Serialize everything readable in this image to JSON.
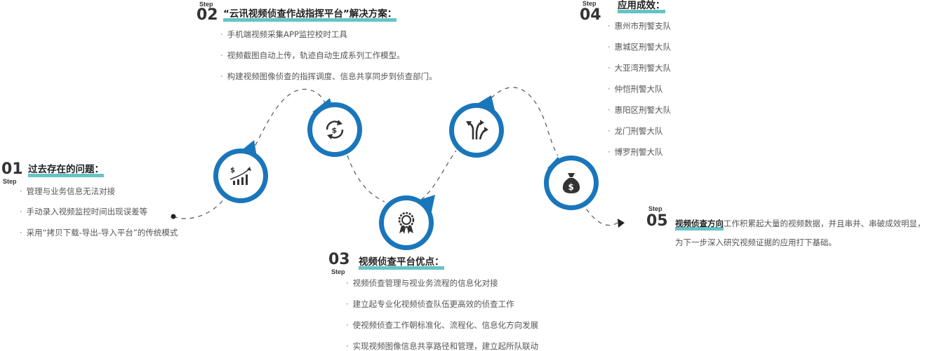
{
  "step_word": "Step",
  "steps": [
    {
      "num": "01",
      "title": "过去存在的问题：",
      "items": [
        "管理与业务信息无法对接",
        "手动录入视频监控时间出现误差等",
        "采用“拷贝下载-导出-导入平台”的传统模式"
      ]
    },
    {
      "num": "02",
      "title": "“云讯视频侦查作战指挥平台”解决方案：",
      "items": [
        "手机端视频采集APP监控校时工具",
        "视频截图自动上传，轨迹自动生成系列工作模型。",
        "构建视频图像侦查的指挥调度、信息共享同步到侦查部门。"
      ]
    },
    {
      "num": "03",
      "title": "视频侦查平台优点：",
      "items": [
        "视频侦查管理与视业务流程的信息化对接",
        "建立起专业化视频侦查队伍更高效的侦查工作",
        "使视频侦查工作朝标准化、流程化、信息化方向发展",
        "实现视频图像信息共享路径和管理，建立起所队联动"
      ]
    },
    {
      "num": "04",
      "title": "应用成效：",
      "items": [
        "惠州市刑警支队",
        "惠城区刑警大队",
        "大亚湾刑警大队",
        "仲恺刑警大队",
        "惠阳区刑警大队",
        "龙门刑警大队",
        "博罗刑警大队"
      ]
    },
    {
      "num": "05",
      "title": "视频侦查方向",
      "line1": "工作积累起大量的视频数据，并且串并、串破成效明显，",
      "line2": "为下一步深入研究视频证据的应用打下基础。"
    }
  ],
  "icons": [
    "growth-chart-icon",
    "dollar-cycle-icon",
    "award-ribbon-icon",
    "diverging-arrows-icon",
    "money-bag-icon"
  ],
  "colors": {
    "accent_blue": "#1a76bb",
    "highlight_teal": "#4cb8b8",
    "text": "#333333"
  }
}
